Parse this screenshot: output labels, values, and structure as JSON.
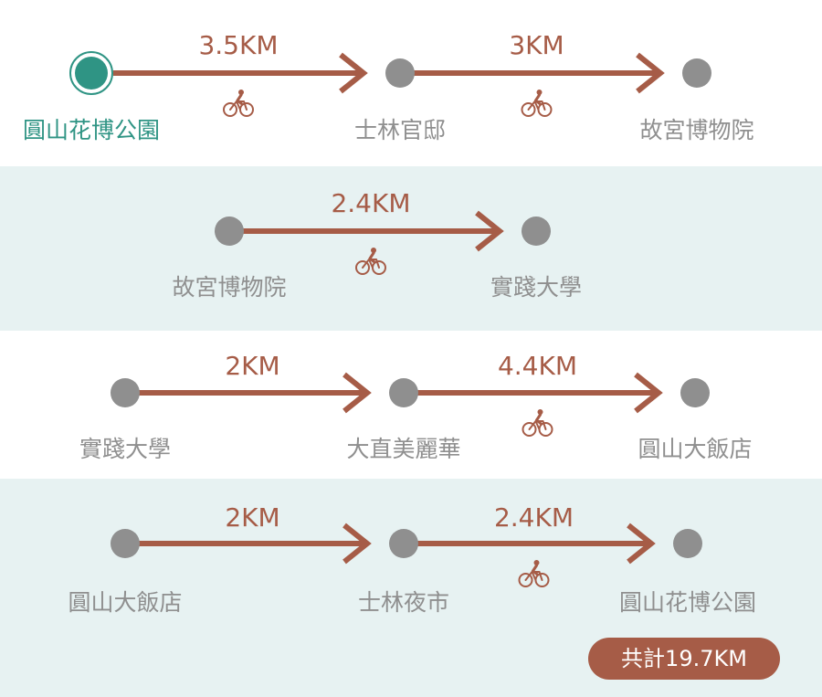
{
  "colors": {
    "arrow": "#a65c47",
    "node": "#8f8f8f",
    "start_node": "#2f9484",
    "start_label": "#2f9484",
    "label": "#8f8f8f",
    "bike_icon": "#a65c47",
    "band_tint": "#e7f2f2",
    "badge_bg": "#a65c47",
    "badge_text": "#ffffff"
  },
  "rows": [
    {
      "stops": [
        "圓山花博公園",
        "士林官邸",
        "故宮博物院"
      ],
      "segments": [
        {
          "distance": "3.5KM",
          "mode": "bicycle-icon"
        },
        {
          "distance": "3KM",
          "mode": "bicycle-icon"
        }
      ]
    },
    {
      "stops": [
        "故宮博物院",
        "實踐大學"
      ],
      "segments": [
        {
          "distance": "2.4KM",
          "mode": "bicycle-icon"
        }
      ]
    },
    {
      "stops": [
        "實踐大學",
        "大直美麗華",
        "圓山大飯店"
      ],
      "segments": [
        {
          "distance": "2KM",
          "mode": ""
        },
        {
          "distance": "4.4KM",
          "mode": "bicycle-icon"
        }
      ]
    },
    {
      "stops": [
        "圓山大飯店",
        "士林夜市",
        "圓山花博公園"
      ],
      "segments": [
        {
          "distance": "2KM",
          "mode": ""
        },
        {
          "distance": "2.4KM",
          "mode": "bicycle-icon"
        }
      ]
    }
  ],
  "total": "共計19.7KM"
}
